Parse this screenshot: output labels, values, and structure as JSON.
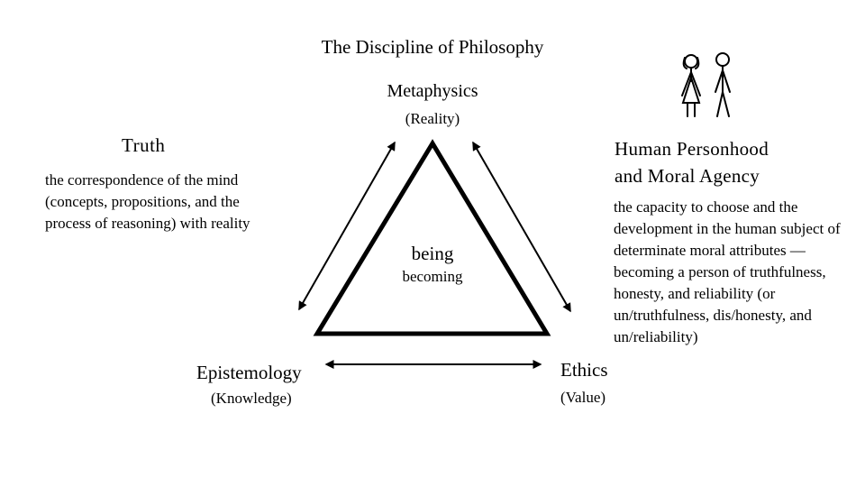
{
  "title": "The Discipline of Philosophy",
  "metaphysics": {
    "label": "Metaphysics",
    "sub": "(Reality)"
  },
  "truth": {
    "title": "Truth",
    "description": "the correspondence of the mind (concepts, propositions, and the process of reasoning) with reality"
  },
  "personhood": {
    "title_line1": "Human Personhood",
    "title_line2": "and Moral Agency",
    "description": "the capacity to choose and the development in the human subject of determinate moral attributes — becoming a person of truthfulness, honesty, and reliability (or un/truthfulness, dis/honesty, and un/reliability)"
  },
  "center": {
    "being": "being",
    "becoming": "becoming"
  },
  "epistemology": {
    "label": "Epistemology",
    "sub": "(Knowledge)"
  },
  "ethics": {
    "label": "Ethics",
    "sub": "(Value)"
  },
  "icons": {
    "figures": "stick-figures-icon"
  }
}
